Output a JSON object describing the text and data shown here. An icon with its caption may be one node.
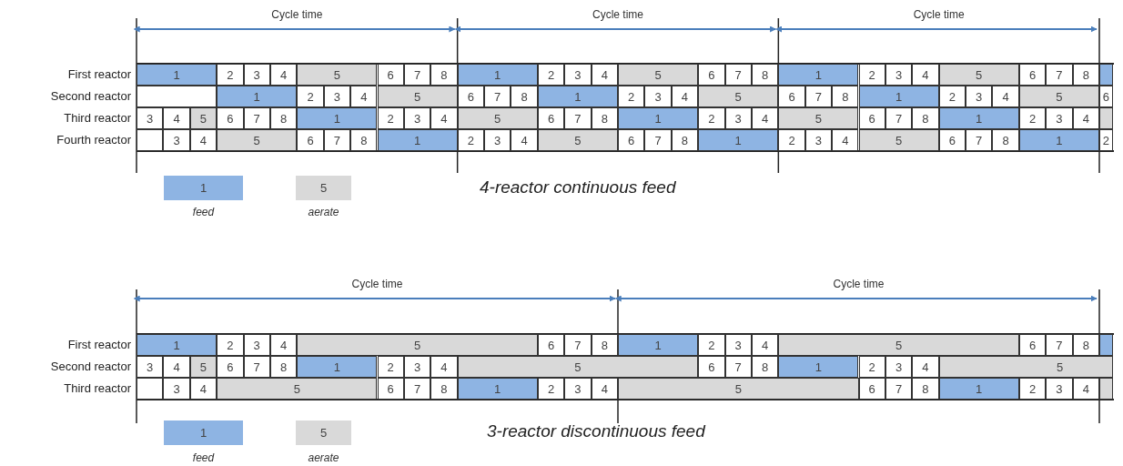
{
  "diagram": {
    "nodes": [
      {
        "text": [
          "1"
        ]
      },
      {
        "text": [
          "2"
        ]
      },
      {
        "text": [
          "3"
        ]
      },
      {
        "text": [
          "4"
        ]
      },
      {
        "text": [
          "5"
        ]
      },
      {
        "text": [
          "6"
        ]
      },
      {
        "text": [
          "7"
        ]
      },
      {
        "text": [
          "8"
        ]
      },
      {
        "text": [
          "1"
        ]
      },
      {
        "text": [
          "2"
        ]
      },
      {
        "text": [
          "3"
        ]
      },
      {
        "text": [
          "4"
        ]
      },
      {
        "text": [
          "5"
        ]
      },
      {
        "text": [
          "6"
        ]
      },
      {
        "text": [
          "7"
        ]
      },
      {
        "text": [
          "8"
        ]
      },
      {
        "text": [
          "1"
        ]
      },
      {
        "text": [
          "2"
        ]
      },
      {
        "text": [
          "3"
        ]
      },
      {
        "text": [
          "4"
        ]
      },
      {
        "text": [
          "5"
        ]
      },
      {
        "text": [
          "6"
        ]
      },
      {
        "text": [
          "7"
        ]
      },
      {
        "text": [
          "8"
        ]
      },
      {
        "text": [],
        "shape": "box"
      },
      {
        "text": [],
        "shape": "box"
      },
      {
        "text": [
          "1"
        ]
      },
      {
        "text": [
          "2"
        ]
      },
      {
        "text": [
          "3"
        ]
      },
      {
        "text": [
          "4"
        ]
      },
      {
        "text": [
          "5"
        ]
      },
      {
        "text": [
          "6"
        ]
      },
      {
        "text": [
          "7"
        ]
      },
      {
        "text": [
          "8"
        ]
      },
      {
        "text": [
          "1"
        ]
      },
      {
        "text": [
          "2"
        ]
      },
      {
        "text": [
          "3"
        ]
      },
      {
        "text": [
          "4"
        ]
      },
      {
        "text": [
          "5"
        ]
      },
      {
        "text": [
          "6"
        ]
      },
      {
        "text": [
          "7"
        ]
      },
      {
        "text": [
          "8"
        ]
      },
      {
        "text": [
          "1"
        ]
      },
      {
        "text": [
          "2"
        ]
      },
      {
        "text": [
          "3"
        ]
      },
      {
        "text": [
          "4"
        ]
      },
      {
        "text": [
          "5"
        ]
      },
      {
        "text": [
          "6"
        ]
      },
      {
        "text": [
          "3"
        ]
      },
      {
        "text": [
          "4"
        ]
      },
      {
        "text": [
          "5"
        ]
      },
      {
        "text": [
          "6"
        ]
      },
      {
        "text": [
          "7"
        ]
      },
      {
        "text": [
          "8"
        ]
      },
      {
        "text": [
          "1"
        ]
      },
      {
        "text": [
          "2"
        ]
      },
      {
        "text": [
          "3"
        ]
      },
      {
        "text": [
          "4"
        ]
      },
      {
        "text": [
          "5"
        ]
      },
      {
        "text": [
          "6"
        ]
      },
      {
        "text": [
          "7"
        ]
      },
      {
        "text": [
          "8"
        ]
      },
      {
        "text": [
          "1"
        ]
      },
      {
        "text": [
          "2"
        ]
      },
      {
        "text": [
          "3"
        ]
      },
      {
        "text": [
          "4"
        ]
      },
      {
        "text": [
          "5"
        ]
      },
      {
        "text": [
          "6"
        ]
      },
      {
        "text": [
          "7"
        ]
      },
      {
        "text": [
          "8"
        ]
      },
      {
        "text": [
          "1"
        ]
      },
      {
        "text": [
          "2"
        ]
      },
      {
        "text": [
          "3"
        ]
      },
      {
        "text": [
          "4"
        ]
      },
      {
        "text": [],
        "shape": "box"
      },
      {
        "text": [],
        "shape": "box"
      },
      {
        "text": [
          "3"
        ]
      },
      {
        "text": [
          "4"
        ]
      },
      {
        "text": [
          "5"
        ]
      },
      {
        "text": [
          "6"
        ]
      },
      {
        "text": [
          "7"
        ]
      },
      {
        "text": [
          "8"
        ]
      },
      {
        "text": [
          "1"
        ]
      },
      {
        "text": [
          "2"
        ]
      },
      {
        "text": [
          "3"
        ]
      },
      {
        "text": [
          "4"
        ]
      },
      {
        "text": [
          "5"
        ]
      },
      {
        "text": [
          "6"
        ]
      },
      {
        "text": [
          "7"
        ]
      },
      {
        "text": [
          "8"
        ]
      },
      {
        "text": [
          "1"
        ]
      },
      {
        "text": [
          "2"
        ]
      },
      {
        "text": [
          "3"
        ]
      },
      {
        "text": [
          "4"
        ]
      },
      {
        "text": [
          "5"
        ]
      },
      {
        "text": [
          "6"
        ]
      },
      {
        "text": [
          "7"
        ]
      },
      {
        "text": [
          "8"
        ]
      },
      {
        "text": [
          "1"
        ]
      },
      {
        "text": [
          "2"
        ]
      },
      {
        "text": [
          "1"
        ]
      },
      {
        "text": [
          "2"
        ]
      },
      {
        "text": [
          "3"
        ]
      },
      {
        "text": [
          "4"
        ]
      },
      {
        "text": [
          "5"
        ]
      },
      {
        "text": [
          "6"
        ]
      },
      {
        "text": [
          "7"
        ]
      },
      {
        "text": [
          "8"
        ]
      },
      {
        "text": [
          "1"
        ]
      },
      {
        "text": [
          "2"
        ]
      },
      {
        "text": [
          "3"
        ]
      },
      {
        "text": [
          "4"
        ]
      },
      {
        "text": [
          "5"
        ]
      },
      {
        "text": [
          "6"
        ]
      },
      {
        "text": [
          "7"
        ]
      },
      {
        "text": [
          "8"
        ]
      },
      {
        "text": [],
        "shape": "box"
      },
      {
        "text": [
          "3"
        ]
      },
      {
        "text": [
          "4"
        ]
      },
      {
        "text": [
          "5"
        ]
      },
      {
        "text": [
          "6"
        ]
      },
      {
        "text": [
          "7"
        ]
      },
      {
        "text": [
          "8"
        ]
      },
      {
        "text": [
          "1"
        ]
      },
      {
        "text": [
          "2"
        ]
      },
      {
        "text": [
          "3"
        ]
      },
      {
        "text": [
          "4"
        ]
      },
      {
        "text": [
          "5"
        ]
      },
      {
        "text": [
          "6"
        ]
      },
      {
        "text": [
          "7"
        ]
      },
      {
        "text": [
          "8"
        ]
      },
      {
        "text": [
          "1"
        ]
      },
      {
        "text": [
          "2"
        ]
      },
      {
        "text": [
          "3"
        ]
      },
      {
        "text": [
          "4"
        ]
      },
      {
        "text": [
          "5"
        ]
      },
      {
        "text": [],
        "shape": "box"
      },
      {
        "text": [
          "3"
        ]
      },
      {
        "text": [
          "4"
        ]
      },
      {
        "text": [
          "5"
        ]
      },
      {
        "text": [
          "6"
        ]
      },
      {
        "text": [
          "7"
        ]
      },
      {
        "text": [
          "8"
        ]
      },
      {
        "text": [
          "1"
        ]
      },
      {
        "text": [
          "2"
        ]
      },
      {
        "text": [
          "3"
        ]
      },
      {
        "text": [
          "4"
        ]
      },
      {
        "text": [
          "5"
        ]
      },
      {
        "text": [
          "6"
        ]
      },
      {
        "text": [
          "7"
        ]
      },
      {
        "text": [
          "8"
        ]
      },
      {
        "text": [
          "1"
        ]
      },
      {
        "text": [
          "2"
        ]
      },
      {
        "text": [
          "3"
        ]
      },
      {
        "text": [
          "4"
        ]
      },
      {
        "text": [],
        "shape": "box"
      }
    ],
    "labels": [
      "Cycle time",
      "Cycle time",
      "Cycle time",
      "First reactor",
      "Second reactor",
      "Third reactor",
      "Fourth reactor",
      "1",
      "5",
      "4-reactor continuous feed",
      "Cycle time",
      "Cycle time",
      "First reactor",
      "Second reactor",
      "Third reactor",
      "1",
      "5",
      "3-reactor discontinuous feed"
    ],
    "legend": [
      {
        "text": "feed",
        "color": "#8eb4e3"
      },
      {
        "text": "aerate",
        "color": "#d9d9d9"
      },
      {
        "text": "feed",
        "color": "#8eb4e3"
      },
      {
        "text": "aerate",
        "color": "#d9d9d9"
      }
    ]
  }
}
